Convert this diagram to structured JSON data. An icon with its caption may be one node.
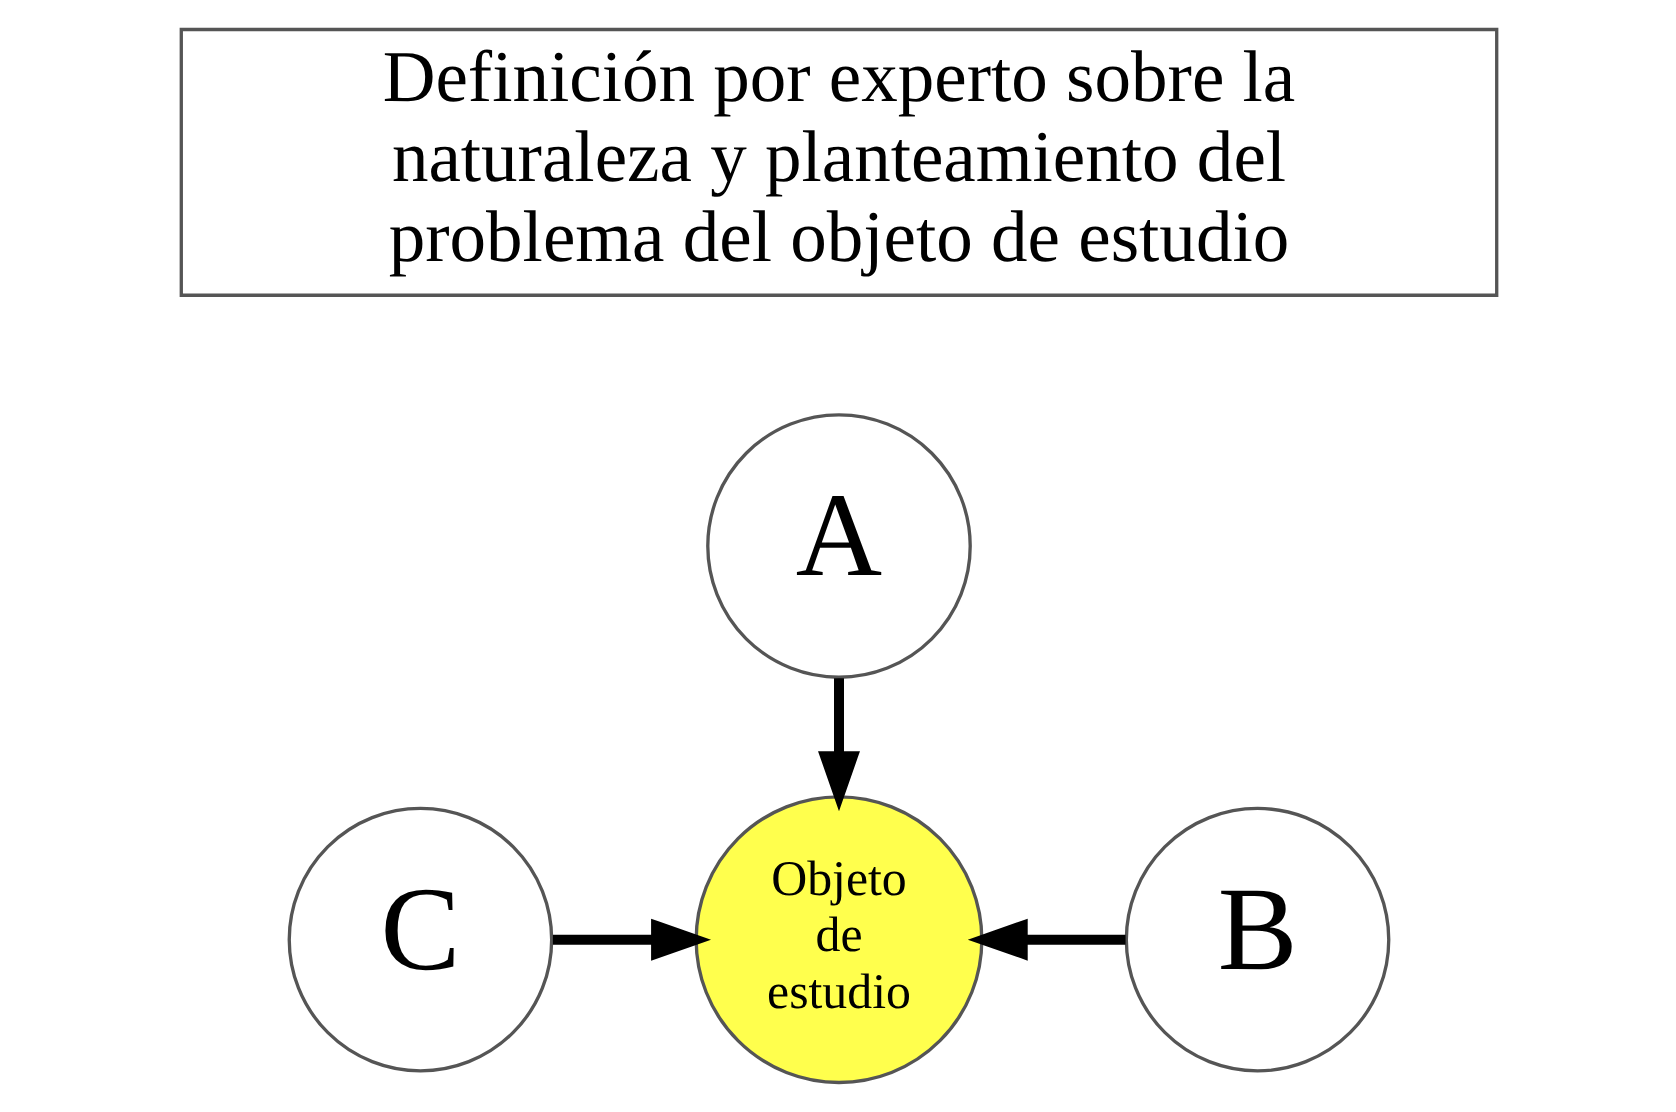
{
  "diagram": {
    "nodes": [
      {
        "text": [
          "Definición por experto sobre la naturaleza y planteamiento del problema del objeto de estudio"
        ]
      },
      {
        "text": [
          "A"
        ]
      },
      {
        "text": [
          "Objeto de estudio"
        ]
      },
      {
        "text": [
          "C"
        ]
      },
      {
        "text": [
          "B"
        ]
      }
    ],
    "edges": [
      {
        "from": 1,
        "to": 2,
        "arrow": "to"
      },
      {
        "from": 3,
        "to": 2,
        "arrow": "to"
      },
      {
        "from": 4,
        "to": 2,
        "arrow": "to"
      }
    ]
  }
}
